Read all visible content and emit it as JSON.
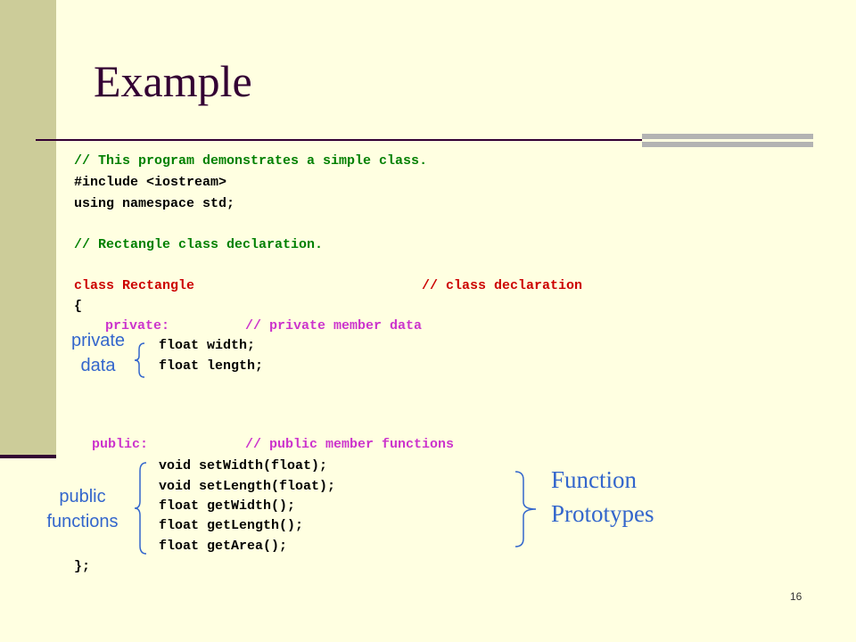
{
  "slide": {
    "title": "Example",
    "page_number": "16"
  },
  "code": {
    "comment_program": "// This program demonstrates a simple class.",
    "include": "#include <iostream>",
    "using": "using namespace std;",
    "comment_rect": "// Rectangle class declaration.",
    "class_decl": "class Rectangle",
    "class_comment": "// class declaration",
    "open_brace": "{",
    "private_label": "private:",
    "private_comment": "// private member data",
    "float_width": "float width;",
    "float_length": "float length;",
    "public_label": "public:",
    "public_comment": "// public member functions",
    "set_width": "void setWidth(float);",
    "set_length": "void setLength(float);",
    "get_width": "float getWidth();",
    "get_length": "float getLength();",
    "get_area": "float getArea();",
    "close_brace": "};"
  },
  "annotations": {
    "private_data_line1": "private",
    "private_data_line2": "data",
    "public_functions_line1": "public",
    "public_functions_line2": "functions",
    "function_prototypes_line1": "Function",
    "function_prototypes_line2": "Prototypes"
  }
}
